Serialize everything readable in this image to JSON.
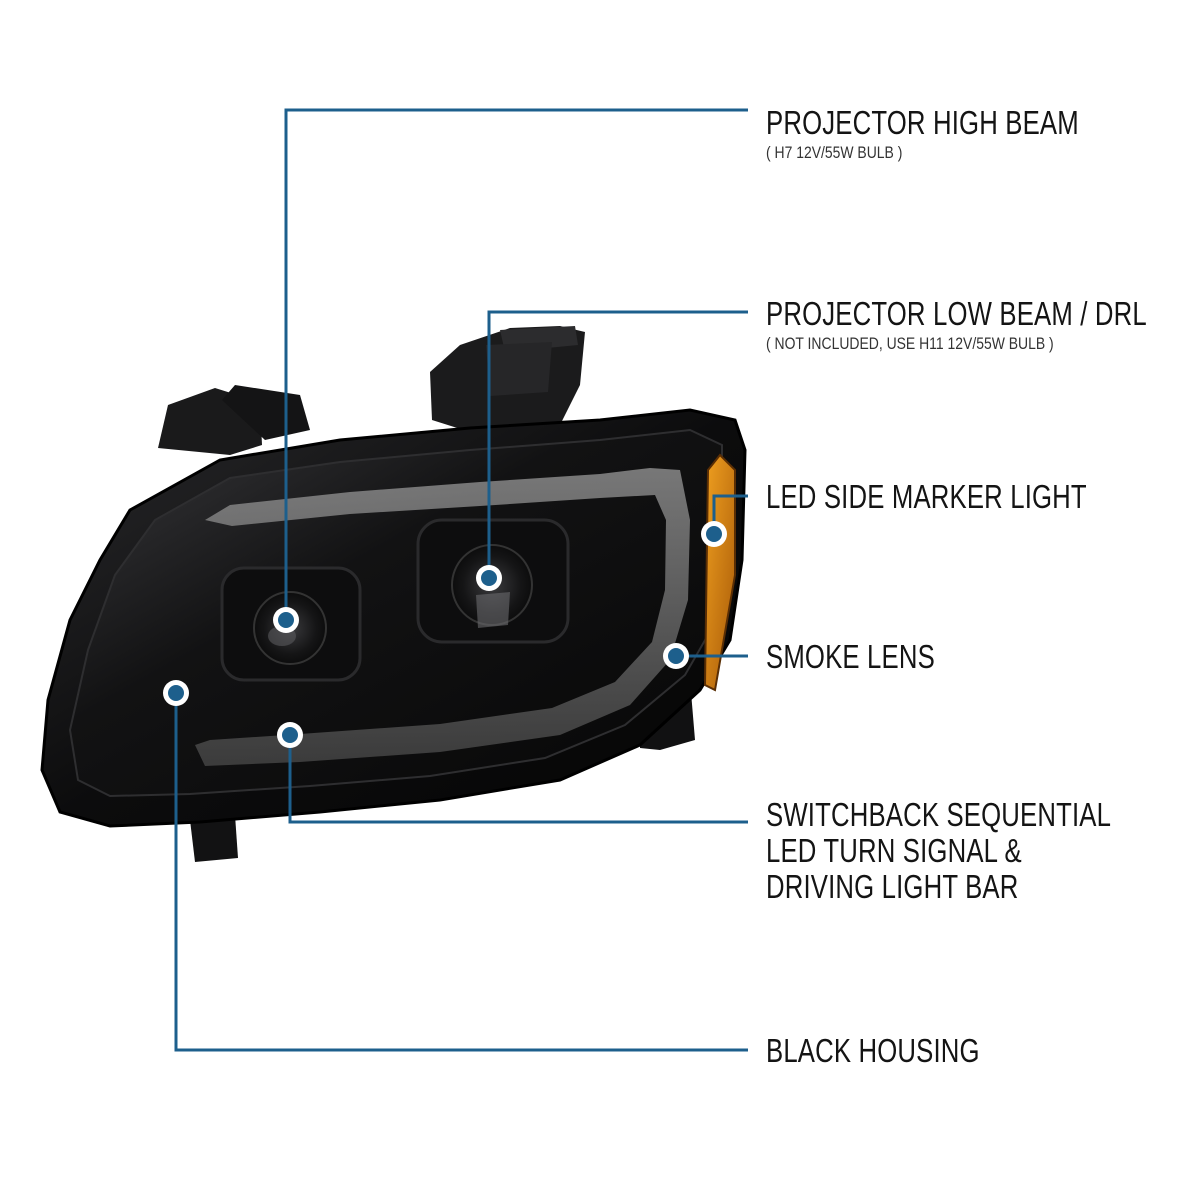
{
  "accent_color": "#1d5f8c",
  "callouts": [
    {
      "id": "high-beam",
      "title": "PROJECTOR HIGH BEAM",
      "subtitle": "( H7  12V/55W  BULB )"
    },
    {
      "id": "low-beam",
      "title": "PROJECTOR LOW BEAM / DRL",
      "subtitle": "( NOT INCLUDED, USE  H11 12V/55W  BULB )"
    },
    {
      "id": "side-marker",
      "title": "LED SIDE MARKER LIGHT"
    },
    {
      "id": "smoke-lens",
      "title": "SMOKE LENS"
    },
    {
      "id": "light-bar",
      "title_lines": [
        "SWITCHBACK SEQUENTIAL",
        "LED TURN SIGNAL &",
        "DRIVING LIGHT BAR"
      ]
    },
    {
      "id": "housing",
      "title": "BLACK HOUSING"
    }
  ]
}
